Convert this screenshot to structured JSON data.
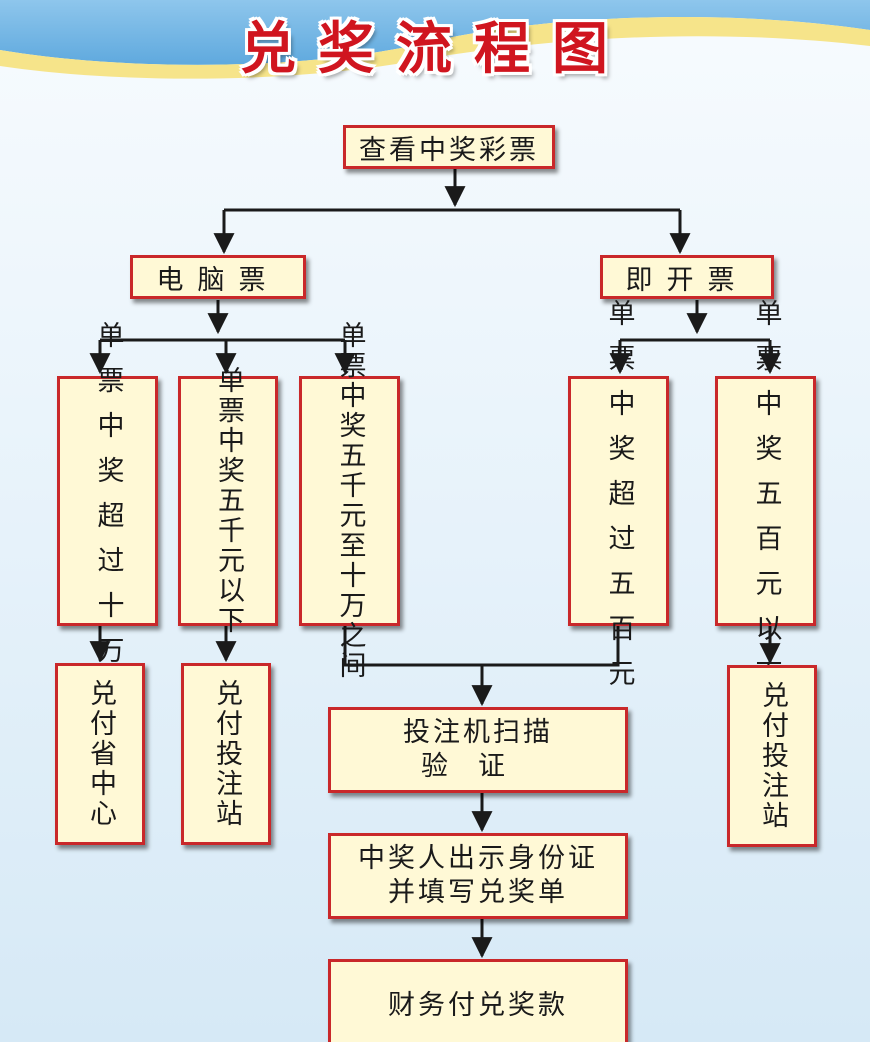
{
  "title": "兑奖流程图",
  "nodes": {
    "start": "查看中奖彩票",
    "computer": "电脑票",
    "instant": "即开票",
    "c_over_100k": "单票中奖超过十万",
    "c_under_5k": "单票中奖五千元以下",
    "c_5k_100k": "单票中奖五千元至十万之间",
    "i_over_500": "单票中奖超过五百元",
    "i_under_500": "单票中奖五百元以下",
    "provincial": "兑付省中心",
    "station_left": "兑付投注站",
    "station_right": "兑付投注站",
    "verify_line1": "投注机扫描",
    "verify_line2": "验证",
    "id_line1": "中奖人出示身份证",
    "id_line2": "并填写兑奖单",
    "pay": "财务付兑奖款"
  },
  "colors": {
    "box_fill": "#fff9d6",
    "box_border": "#c9282a",
    "title_red": "#d0151f",
    "line": "#1a1a1a"
  }
}
